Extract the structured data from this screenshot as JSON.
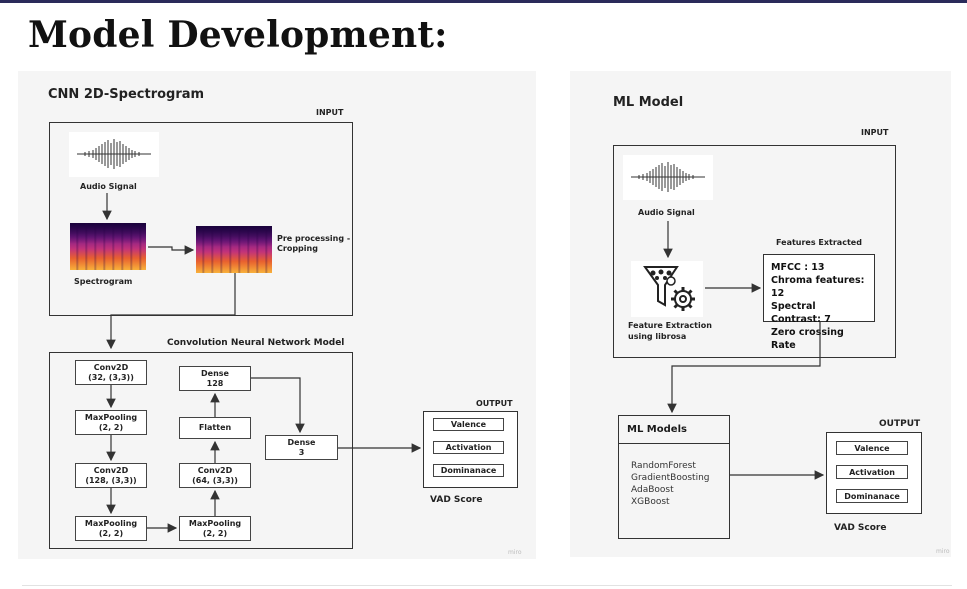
{
  "page": {
    "title": "Model Development:"
  },
  "cnn_panel": {
    "title": "CNN 2D-Spectrogram",
    "input_label": "INPUT",
    "audio_signal_label": "Audio Signal",
    "spectrogram_label": "Spectrogram",
    "preprocess_label_1": "Pre processing -",
    "preprocess_label_2": "Cropping",
    "model_title": "Convolution Neural Network Model",
    "layers": {
      "conv1_a": "Conv2D",
      "conv1_b": "(32, (3,3))",
      "pool1_a": "MaxPooling",
      "pool1_b": "(2, 2)",
      "conv2_a": "Conv2D",
      "conv2_b": "(128, (3,3))",
      "pool2_a": "MaxPooling",
      "pool2_b": "(2, 2)",
      "pool3_a": "MaxPooling",
      "pool3_b": "(2, 2)",
      "conv3_a": "Conv2D",
      "conv3_b": "(64, (3,3))",
      "flatten": "Flatten",
      "dense1_a": "Dense",
      "dense1_b": "128",
      "dense2_a": "Dense",
      "dense2_b": "3"
    },
    "output_label": "OUTPUT",
    "outputs": [
      "Valence",
      "Activation",
      "Dominanace"
    ],
    "vad_label": "VAD Score",
    "watermark": "miro"
  },
  "ml_panel": {
    "title": "ML Model",
    "input_label": "INPUT",
    "audio_signal_label": "Audio Signal",
    "feature_extraction_1": "Feature Extraction",
    "feature_extraction_2": "using librosa",
    "features_title": "Features Extracted",
    "features": [
      "MFCC : 13",
      "Chroma features: 12",
      "Spectral Contrast: 7",
      "Zero crossing Rate"
    ],
    "models_title": "ML Models",
    "models": [
      "RandomForest",
      "GradientBoosting",
      "AdaBoost",
      "XGBoost"
    ],
    "output_label": "OUTPUT",
    "outputs": [
      "Valence",
      "Activation",
      "Dominanace"
    ],
    "vad_label": "VAD Score",
    "watermark": "miro",
    "icons": {
      "feature_extraction": "filter-gear-icon",
      "waveform": "waveform-icon"
    }
  }
}
